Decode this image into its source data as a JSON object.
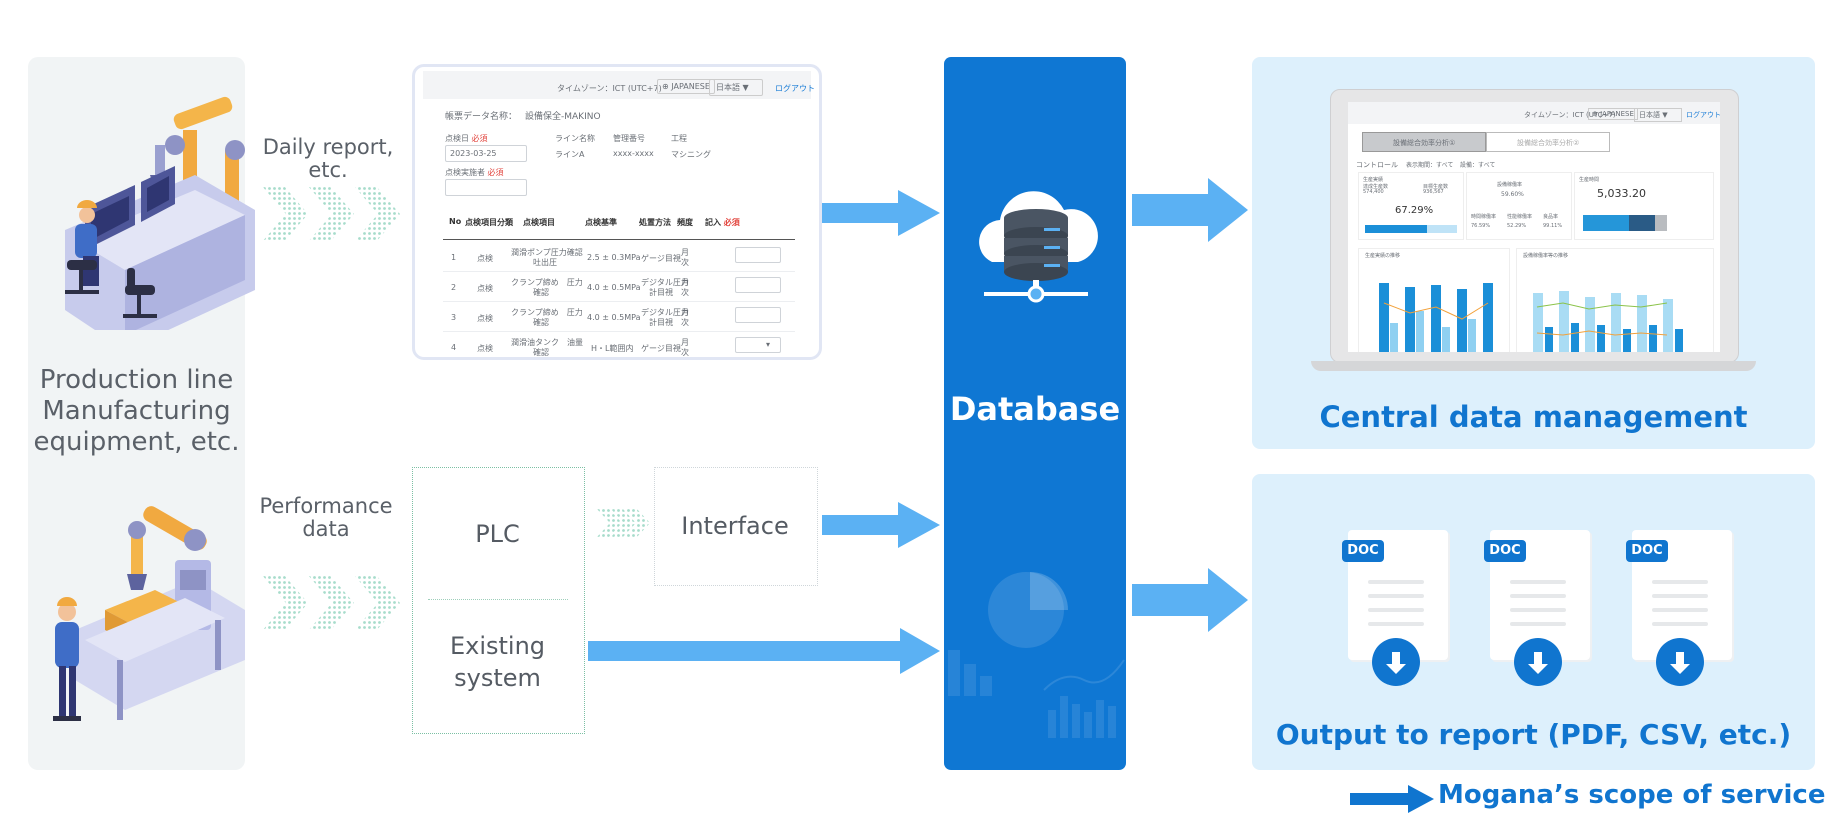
{
  "left": {
    "line1": "Production line",
    "line2": "Manufacturing",
    "line3": "equipment, etc."
  },
  "flows": {
    "daily_line1": "Daily report,",
    "daily_line2": "etc.",
    "perf_line1": "Performance",
    "perf_line2": "data"
  },
  "report_form": {
    "timezone": "タイムゾーン：ICT (UTC+7)",
    "lang": "JAPANESE",
    "lang_select": "日本語",
    "logout": "ログアウト",
    "form_name_label": "帳票データ名称：",
    "form_name_value": "設備保全-MAKINO",
    "date_label": "点検日",
    "required": "必須",
    "date_value": "2023-03-25",
    "line_name_label": "ライン名称",
    "line_name_value": "ラインA",
    "mgmt_no_label": "管理番号",
    "mgmt_no_value": "xxxx-xxxx",
    "process_label": "工程",
    "process_value": "マシニング",
    "inspector_label": "点検実施者",
    "columns": [
      "No",
      "点検項目分類",
      "点検項目",
      "点検基準",
      "処置方法",
      "頻度",
      "記入"
    ],
    "rows": [
      {
        "no": "1",
        "cat": "点検",
        "item1": "潤滑ポンプ圧力確認",
        "item2": "吐出圧",
        "std": "2.5 ± 0.3MPa",
        "method1": "ゲージ目視",
        "method2": "",
        "freq1": "月",
        "freq2": "次"
      },
      {
        "no": "2",
        "cat": "点検",
        "item1": "クランプ締め　圧力",
        "item2": "確認",
        "std": "4.0 ± 0.5MPa",
        "method1": "デジタル圧力",
        "method2": "計目視",
        "freq1": "月",
        "freq2": "次"
      },
      {
        "no": "3",
        "cat": "点検",
        "item1": "クランプ締め　圧力",
        "item2": "確認",
        "std": "4.0 ± 0.5MPa",
        "method1": "デジタル圧力",
        "method2": "計目視",
        "freq1": "月",
        "freq2": "次"
      },
      {
        "no": "4",
        "cat": "点検",
        "item1": "潤滑油タンク　油量",
        "item2": "確認",
        "std": "H・L範囲内",
        "method1": "ゲージ目視",
        "method2": "",
        "freq1": "月",
        "freq2": "次"
      }
    ]
  },
  "plc": {
    "plc": "PLC",
    "interface": "Interface",
    "existing1": "Existing",
    "existing2": "system"
  },
  "database": {
    "label": "Database"
  },
  "dashboard": {
    "timezone": "タイムゾーン：ICT (UTC+7)",
    "lang": "JAPANESE",
    "lang_select": "日本語",
    "logout": "ログアウト",
    "tab1": "設備総合効率分析①",
    "tab2": "設備総合効率分析②",
    "control": "コントロール",
    "filter1": "表示期間：すべて",
    "filter2": "設備：すべて",
    "kpi_title1": "生産実績",
    "kpi_sub1": "達成生産数",
    "kpi_sub1b": "目標生産数",
    "kpi_val1": "574,400",
    "kpi_val1b": "936,567",
    "kpi_pct": "67.29%",
    "kpi_title2": "設備稼働率",
    "kpi_val2": "59.60%",
    "kpi_s1": "時間稼働率",
    "kpi_s2": "性能稼働率",
    "kpi_s3": "良品率",
    "kpi_v1": "76.59%",
    "kpi_v2": "52.29%",
    "kpi_v3": "99.11%",
    "kpi_title3": "生産時間",
    "kpi_big": "5,033.20",
    "chart1_title": "生産実績の推移",
    "chart2_title": "設備稼働率等の推移"
  },
  "panels": {
    "central": "Central data management",
    "output": "Output to report (PDF, CSV, etc.)"
  },
  "docs": {
    "badge": "DOC"
  },
  "legend": {
    "text": "Mogana’s scope of service"
  },
  "colors": {
    "primary": "#1075cf",
    "arrow": "#5bb1f3",
    "panel": "#ddf0fc",
    "database": "#0f77d3"
  }
}
